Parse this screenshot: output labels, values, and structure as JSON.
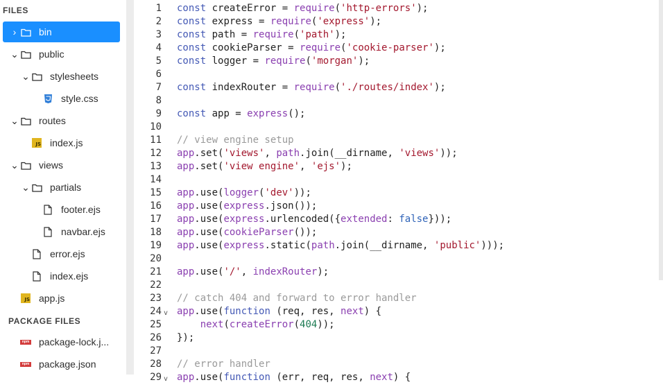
{
  "sidebar": {
    "files_header": "FILES",
    "package_header": "PACKAGE FILES",
    "items": [
      {
        "label": "bin",
        "type": "folder",
        "chevron": "›",
        "selected": true
      },
      {
        "label": "public",
        "type": "folder",
        "chevron": "⌄"
      },
      {
        "label": "stylesheets",
        "type": "folder",
        "chevron": "⌄"
      },
      {
        "label": "style.css",
        "type": "css"
      },
      {
        "label": "routes",
        "type": "folder",
        "chevron": "⌄"
      },
      {
        "label": "index.js",
        "type": "js"
      },
      {
        "label": "views",
        "type": "folder",
        "chevron": "⌄"
      },
      {
        "label": "partials",
        "type": "folder",
        "chevron": "⌄"
      },
      {
        "label": "footer.ejs",
        "type": "file"
      },
      {
        "label": "navbar.ejs",
        "type": "file"
      },
      {
        "label": "error.ejs",
        "type": "file"
      },
      {
        "label": "index.ejs",
        "type": "file"
      },
      {
        "label": "app.js",
        "type": "js"
      }
    ],
    "package_items": [
      {
        "label": "package-lock.j...",
        "type": "npm"
      },
      {
        "label": "package.json",
        "type": "npm"
      }
    ],
    "js_badge_text": "JS",
    "npm_badge_text": "npm"
  },
  "editor": {
    "lines": [
      {
        "n": "1",
        "fold": "",
        "code": "const createError = require('http-errors');"
      },
      {
        "n": "2",
        "fold": "",
        "code": "const express = require('express');"
      },
      {
        "n": "3",
        "fold": "",
        "code": "const path = require('path');"
      },
      {
        "n": "4",
        "fold": "",
        "code": "const cookieParser = require('cookie-parser');"
      },
      {
        "n": "5",
        "fold": "",
        "code": "const logger = require('morgan');"
      },
      {
        "n": "6",
        "fold": "",
        "code": ""
      },
      {
        "n": "7",
        "fold": "",
        "code": "const indexRouter = require('./routes/index');"
      },
      {
        "n": "8",
        "fold": "",
        "code": ""
      },
      {
        "n": "9",
        "fold": "",
        "code": "const app = express();"
      },
      {
        "n": "10",
        "fold": "",
        "code": ""
      },
      {
        "n": "11",
        "fold": "",
        "code": "// view engine setup"
      },
      {
        "n": "12",
        "fold": "",
        "code": "app.set('views', path.join(__dirname, 'views'));"
      },
      {
        "n": "13",
        "fold": "",
        "code": "app.set('view engine', 'ejs');"
      },
      {
        "n": "14",
        "fold": "",
        "code": ""
      },
      {
        "n": "15",
        "fold": "",
        "code": "app.use(logger('dev'));"
      },
      {
        "n": "16",
        "fold": "",
        "code": "app.use(express.json());"
      },
      {
        "n": "17",
        "fold": "",
        "code": "app.use(express.urlencoded({extended: false}));"
      },
      {
        "n": "18",
        "fold": "",
        "code": "app.use(cookieParser());"
      },
      {
        "n": "19",
        "fold": "",
        "code": "app.use(express.static(path.join(__dirname, 'public')));"
      },
      {
        "n": "20",
        "fold": "",
        "code": ""
      },
      {
        "n": "21",
        "fold": "",
        "code": "app.use('/', indexRouter);"
      },
      {
        "n": "22",
        "fold": "",
        "code": ""
      },
      {
        "n": "23",
        "fold": "",
        "code": "// catch 404 and forward to error handler"
      },
      {
        "n": "24",
        "fold": "v",
        "code": "app.use(function (req, res, next) {"
      },
      {
        "n": "25",
        "fold": "",
        "code": "    next(createError(404));"
      },
      {
        "n": "26",
        "fold": "",
        "code": "});"
      },
      {
        "n": "27",
        "fold": "",
        "code": ""
      },
      {
        "n": "28",
        "fold": "",
        "code": "// error handler"
      },
      {
        "n": "29",
        "fold": "v",
        "code": "app.use(function (err, req, res, next) {"
      }
    ]
  },
  "colors": {
    "selection": "#1a8fff",
    "keyword": "#4459b5",
    "function": "#8a3fb0",
    "string": "#a3182e",
    "comment": "#9a9a9a",
    "number": "#1c7a52"
  }
}
